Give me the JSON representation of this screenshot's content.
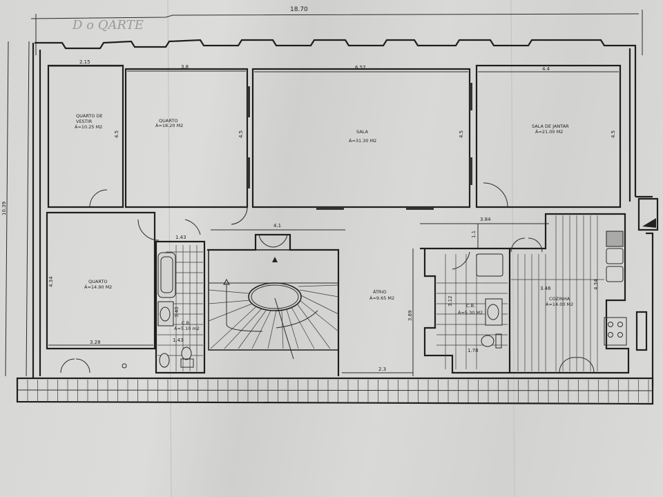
{
  "plan": {
    "overall_width": "18.70",
    "overall_depth": "10.39",
    "handwriting": "D o QARTE"
  },
  "rooms": [
    {
      "id": "quarto-de-vestir",
      "name_line1": "QUARTO DE",
      "name_line2": "VESTIR",
      "area": "Á=10.25 M2",
      "width": "2.15",
      "depth": "4.5"
    },
    {
      "id": "quarto-1",
      "name": "QUARTO",
      "area": "Á=18.20 M2",
      "width": "3.8",
      "depth": "4.5"
    },
    {
      "id": "sala",
      "name": "SALA",
      "area": "Á=31.30 M2",
      "width": "6.57",
      "depth": "4.5"
    },
    {
      "id": "sala-de-jantar",
      "name": "SALA DE JANTAR",
      "area": "Á=21.00 M2",
      "width": "4.4",
      "depth": "4.5"
    },
    {
      "id": "quarto-2",
      "name": "QUARTO",
      "area": "Á=14.90 M2",
      "width": "3.28",
      "depth": "4.34"
    },
    {
      "id": "cb-1",
      "name": "C.B.",
      "area": "Á=5.10 m2",
      "width": "1.43",
      "depth": "3.40",
      "inner_width": "1.43"
    },
    {
      "id": "atrio",
      "name": "ÁTRIO",
      "area": "Á=9.65 M2",
      "width": "2.3",
      "depth": "3.89",
      "stair_width": "4.1"
    },
    {
      "id": "cb-2",
      "name": "C.B.",
      "area": "Á=5.30 M2",
      "width": "1.78",
      "depth": "3.12"
    },
    {
      "id": "cozinha",
      "name": "COZINHA",
      "area": "Á=14.00 M2",
      "width": "3.46",
      "depth": "4.34",
      "corridor_width": "3.84",
      "corridor_depth": "1.1"
    }
  ]
}
